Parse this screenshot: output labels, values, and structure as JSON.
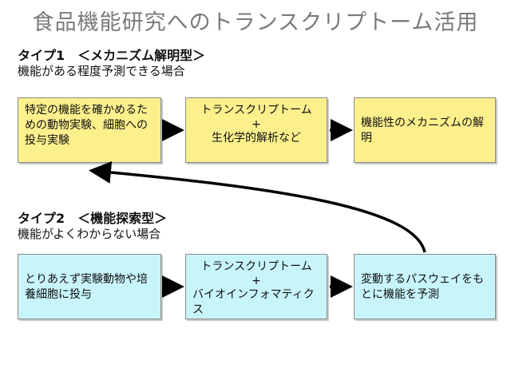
{
  "title": "食品機能研究へのトランスクリプトーム活用",
  "type1": {
    "heading": "タイプ1　＜メカニズム解明型＞",
    "subtitle": "機能がある程度予測できる場合",
    "box1": "特定の機能を確かめるための動物実験、細胞への投与実験",
    "box2_line1": "トランスクリプトーム",
    "box2_plus": "+",
    "box2_line2": "生化学的解析など",
    "box3": "機能性のメカニズムの解明"
  },
  "type2": {
    "heading": "タイプ2　＜機能探索型＞",
    "subtitle": "機能がよくわからない場合",
    "box1": "とりあえず実験動物や培養細胞に投与",
    "box2_line1": "トランスクリプトーム",
    "box2_plus": "+",
    "box2_line2": "バイオインフォマティクス",
    "box3": "変動するパスウェイをもとに機能を予測"
  },
  "colors": {
    "type1_fill": "#fcf08d",
    "type2_fill": "#c8f4fb",
    "arrow": "#000000",
    "title": "#7a7a7a"
  }
}
